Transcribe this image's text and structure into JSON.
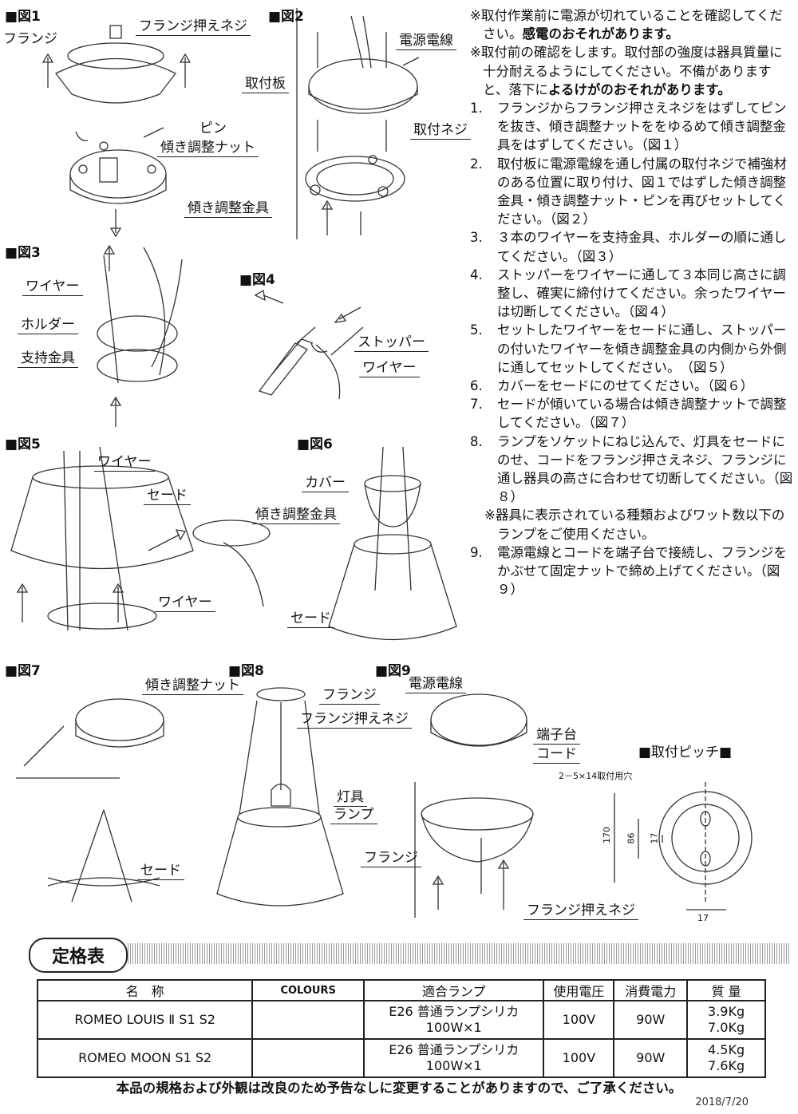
{
  "figures": {
    "fig1": {
      "label": "■図1",
      "callouts": [
        "フランジ",
        "フランジ押えネジ",
        "ピン",
        "傾き調整ナット",
        "傾き調整金具"
      ]
    },
    "fig2": {
      "label": "■図2",
      "callouts": [
        "電源電線",
        "取付板",
        "取付ネジ"
      ]
    },
    "fig3": {
      "label": "■図3",
      "callouts": [
        "ワイヤー",
        "ホルダー",
        "支持金具"
      ]
    },
    "fig4": {
      "label": "■図4",
      "callouts": [
        "ストッパー",
        "ワイヤー"
      ]
    },
    "fig5": {
      "label": "■図5",
      "callouts": [
        "ワイヤー",
        "セード",
        "傾き調整金具",
        "ワイヤー"
      ]
    },
    "fig6": {
      "label": "■図6",
      "callouts": [
        "カバー",
        "セード"
      ]
    },
    "fig7": {
      "label": "■図7",
      "callouts": [
        "傾き調整ナット",
        "セード"
      ]
    },
    "fig8": {
      "label": "■図8",
      "callouts": [
        "フランジ",
        "フランジ押えネジ",
        "灯具",
        "ランプ"
      ]
    },
    "fig9": {
      "label": "■図9",
      "callouts": [
        "電源電線",
        "端子台",
        "コード",
        "フランジ",
        "フランジ押えネジ"
      ]
    },
    "pitch": {
      "label": "■取付ピッチ■",
      "hole_note": "2－5×14取付用穴",
      "dims": [
        "170",
        "86",
        "17",
        "17"
      ]
    }
  },
  "instructions": {
    "note1_a": "※取付作業前に電源が切れていることを確認してください。",
    "note1_b": "感電のおそれがあります。",
    "note2_a": "※取付前の確認をします。取付部の強度は器具質量に十分耐えるようにしてください。不備がありますと、落下に",
    "note2_b": "よるけがのおそれがあります。",
    "steps": [
      {
        "num": "1.",
        "text": "フランジからフランジ押さえネジをはずしてピンを抜き、傾き調整ナットををゆるめて傾き調整金具をはずしてください。（図１）"
      },
      {
        "num": "2.",
        "text": "取付板に電源電線を通し付属の取付ネジで補強材のある位置に取り付け、図１ではずした傾き調整金具・傾き調整ナット・ピンを再びセットしてください。（図２）"
      },
      {
        "num": "3.",
        "text": "３本のワイヤーを支持金具、ホルダーの順に通してください。（図３）"
      },
      {
        "num": "4.",
        "text": "ストッパーをワイヤーに通して３本同じ高さに調整し、確実に締付けてください。余ったワイヤーは切断してください。（図４）"
      },
      {
        "num": "5.",
        "text": "セットしたワイヤーをセードに通し、ストッパーの付いたワイヤーを傾き調整金具の内側から外側に通してセットしてください。　（図５）"
      },
      {
        "num": "6.",
        "text": "カバーをセードにのせてください。（図６）"
      },
      {
        "num": "7.",
        "text": "セードが傾いている場合は傾き調整ナットで調整してください。（図７）"
      },
      {
        "num": "8.",
        "text": "ランプをソケットにねじ込んで、灯具をセードにのせ、コードをフランジ押さえネジ、フランジに通し器具の高さに合わせて切断してください。（図８）"
      }
    ],
    "note3": "※器具に表示されている種類およびワット数以下のランプをご使用ください。",
    "step9": {
      "num": "9.",
      "text": "電源電線とコードを端子台で接続し、フランジをかぶせて固定ナットで締め上げてください。（図９）"
    }
  },
  "spec": {
    "heading": "定格表",
    "headers": [
      "名　称",
      "COLOURS",
      "適合ランプ",
      "使用電圧",
      "消費電力",
      "質 量"
    ],
    "rows": [
      {
        "name": "ROMEO LOUIS Ⅱ S1 S2",
        "colours": "",
        "lamp1": "E26 普通ランプシリカ",
        "lamp2": "100W×1",
        "voltage": "100V",
        "power": "90W",
        "mass1": "3.9Kg",
        "mass2": "7.0Kg"
      },
      {
        "name": "ROMEO MOON S1 S2",
        "colours": "",
        "lamp1": "E26 普通ランプシリカ",
        "lamp2": "100W×1",
        "voltage": "100V",
        "power": "90W",
        "mass1": "4.5Kg",
        "mass2": "7.6Kg"
      }
    ]
  },
  "footer": "本品の規格および外観は改良のため予告なしに変更することがありますので、ご了承ください。",
  "date": "2018/7/20"
}
